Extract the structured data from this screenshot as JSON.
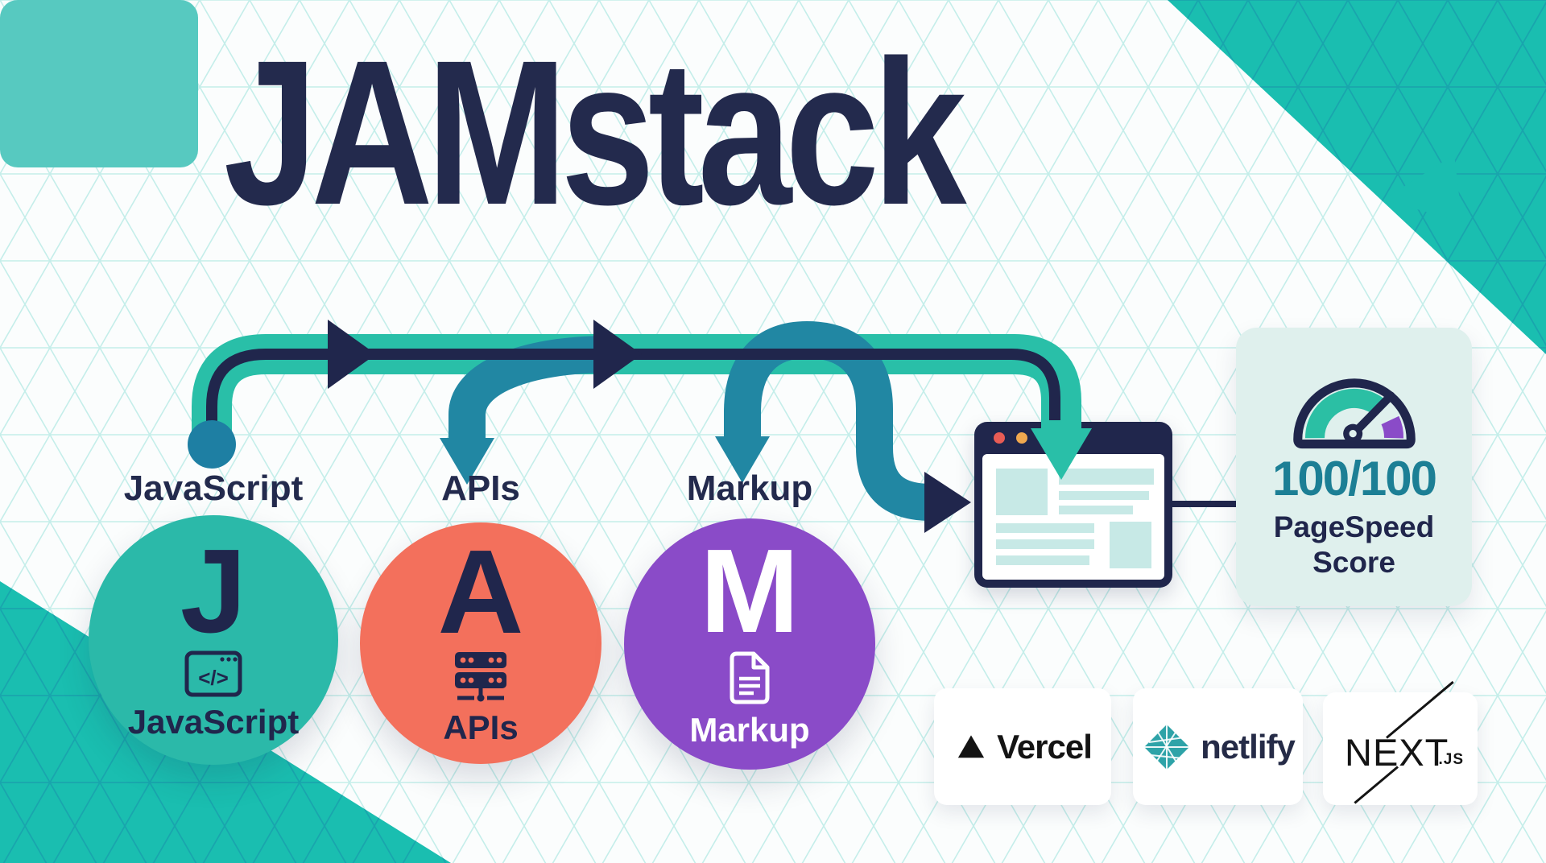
{
  "title": "JAMstack",
  "flow": {
    "labels": [
      "JavaScript",
      "APIs",
      "Markup"
    ],
    "arrow_icons": [
      "flow-dot",
      "right-arrow-icon",
      "down-arrow-icon"
    ]
  },
  "circles": [
    {
      "letter": "J",
      "label": "JavaScript",
      "icon": "code-window-icon",
      "color": "#2bb9a9",
      "text_color": "#20264c"
    },
    {
      "letter": "A",
      "label": "APIs",
      "icon": "server-icon",
      "color": "#f3705c",
      "text_color": "#20264c"
    },
    {
      "letter": "M",
      "label": "Markup",
      "icon": "document-icon",
      "color": "#8a4bc8",
      "text_color": "#ffffff"
    }
  ],
  "icons": {
    "code_glyph": "</>"
  },
  "pagespeed": {
    "score": "100/100",
    "line1": "PageSpeed",
    "line2": "Score",
    "gauge_icon": "speedometer-icon"
  },
  "logos": [
    {
      "name": "Vercel",
      "icon": "vercel-triangle-icon"
    },
    {
      "name": "netlify",
      "icon": "netlify-diamond-icon"
    },
    {
      "name": "NEXT",
      "suffix": ".JS"
    }
  ],
  "colors": {
    "navy": "#20264c",
    "title_navy": "#232a4d",
    "pipe_green": "#29bfa8",
    "pipe_blue": "#2187a3",
    "dot_teal": "#1e7fa3",
    "wedge_teal": "#1abeb0",
    "coral": "#f3705c",
    "purple": "#8a4bc8",
    "mint_card": "#dff0ed",
    "mint_block": "#c7e9e6",
    "score_teal": "#1c7f95",
    "netlify_teal": "#2ea3a8",
    "browser_dot_red": "#e85c55",
    "browser_dot_orange": "#f0a84f",
    "browser_dot_teal": "#33b3a6"
  }
}
